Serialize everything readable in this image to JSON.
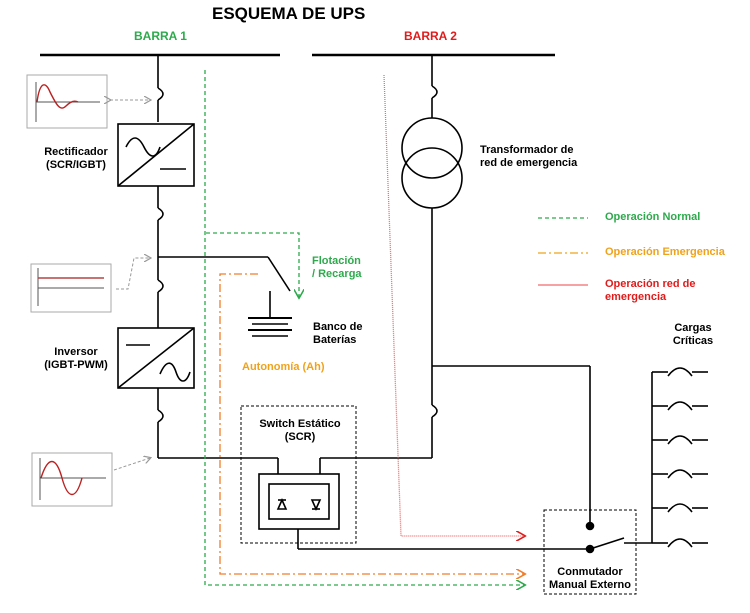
{
  "title": "ESQUEMA DE UPS",
  "barra1": "BARRA 1",
  "barra2": "BARRA 2",
  "rectifier": {
    "line1": "Rectificador",
    "line2": "(SCR/IGBT)"
  },
  "inverter": {
    "line1": "Inversor",
    "line2": "(IGBT-PWM)"
  },
  "flotacion": {
    "line1": "Flotación",
    "line2": "/ Recarga"
  },
  "battery": {
    "line1": "Banco de",
    "line2": "Baterías"
  },
  "autonomia": "Autonomía (Ah)",
  "switch": {
    "line1": "Switch Estático",
    "line2": "(SCR)"
  },
  "transformer": {
    "line1": "Transformador de",
    "line2": "red de emergencia"
  },
  "legend": {
    "normal": "Operación Normal",
    "emergencia": "Operación  Emergencia",
    "red": "Operación red de emergencia"
  },
  "cargas": {
    "line1": "Cargas",
    "line2": "Críticas"
  },
  "conmutador": {
    "line1": "Conmutador",
    "line2": "Manual Externo"
  },
  "colors": {
    "normal": "#2daa4c",
    "emergencia": "#f0a21a",
    "red": "#e01b1b"
  }
}
